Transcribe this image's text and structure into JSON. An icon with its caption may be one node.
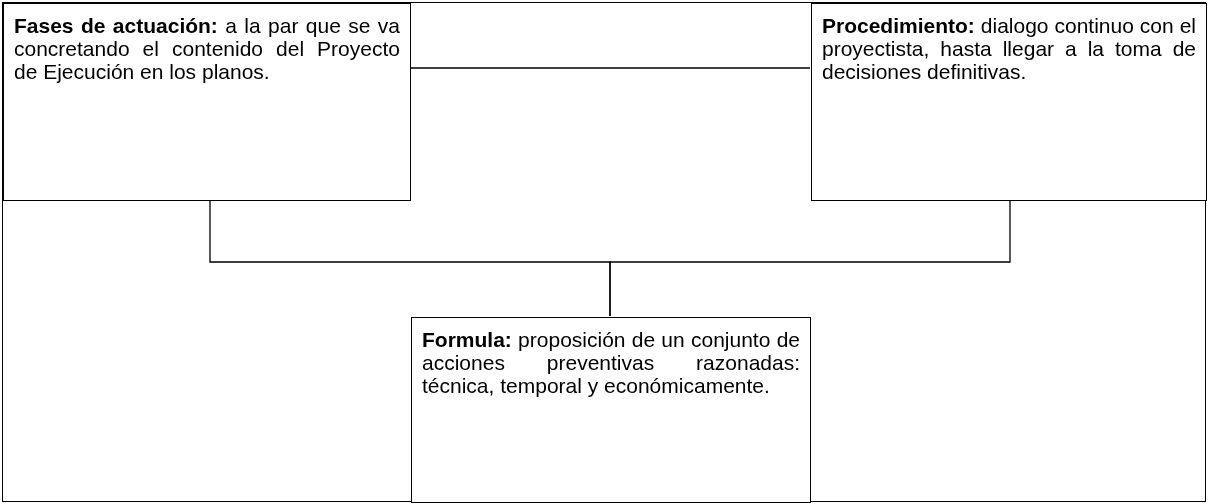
{
  "diagram": {
    "nodes": [
      {
        "text": [],
        "shape": "box"
      },
      {
        "text": [
          "**Fases de actuación:** a la par que se va concretando el contenido del Proyecto de Ejecución en los planos."
        ],
        "in": 0
      },
      {
        "text": [
          "**Procedimiento:** dialogo continuo con el proyectista, hasta llegar a la toma de decisiones definitivas."
        ],
        "in": 0
      },
      {
        "text": [
          "**Formula:** proposición de un conjunto de acciones preventivas razonadas: técnica, temporal y económicamente."
        ],
        "in": 0
      }
    ],
    "edges": [
      {
        "from": 1,
        "to": 2,
        "arrow": "none"
      },
      {
        "from": 1,
        "to": 3,
        "arrow": "none"
      },
      {
        "from": 2,
        "to": 3,
        "arrow": "none"
      }
    ]
  }
}
